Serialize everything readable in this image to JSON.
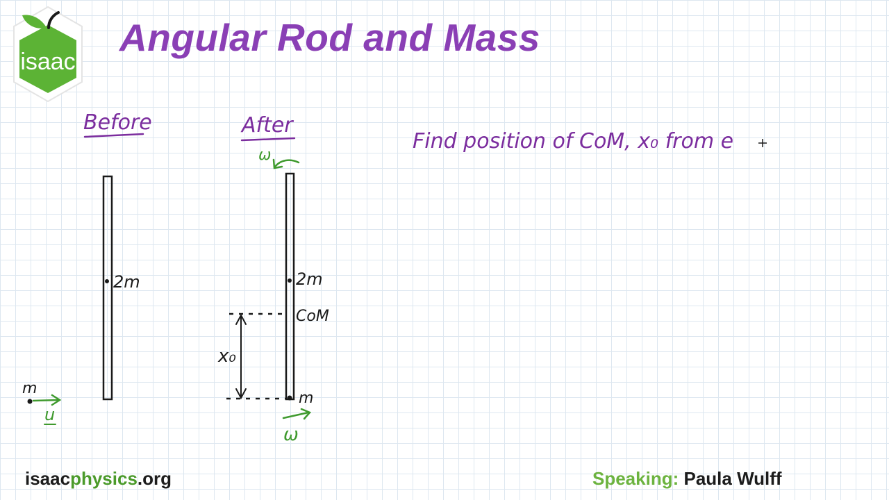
{
  "header": {
    "title": "Angular Rod and Mass",
    "logo_text": "isaac"
  },
  "colors": {
    "title_purple": "#8a3fb5",
    "ink_purple": "#7b2d9e",
    "ink_green": "#3f9a2e",
    "logo_green": "#5cb335",
    "ink_black": "#1a1a1a"
  },
  "diagram": {
    "before_label": "Before",
    "after_label": "After",
    "mass_2m_before": "2m",
    "mass_2m_after": "2m",
    "com_label": "CoM",
    "x0_label": "x₀",
    "small_mass_before": "m",
    "small_mass_after": "m",
    "velocity_label": "u",
    "omega_top": "ω",
    "omega_bottom": "ω"
  },
  "notes": {
    "line1": "Find position of CoM, x₀ from e"
  },
  "footer": {
    "site_prefix": "isaac",
    "site_middle": "physics",
    "site_suffix": ".org",
    "speaking_label": "Speaking:",
    "speaker_name": "Paula Wulff"
  }
}
